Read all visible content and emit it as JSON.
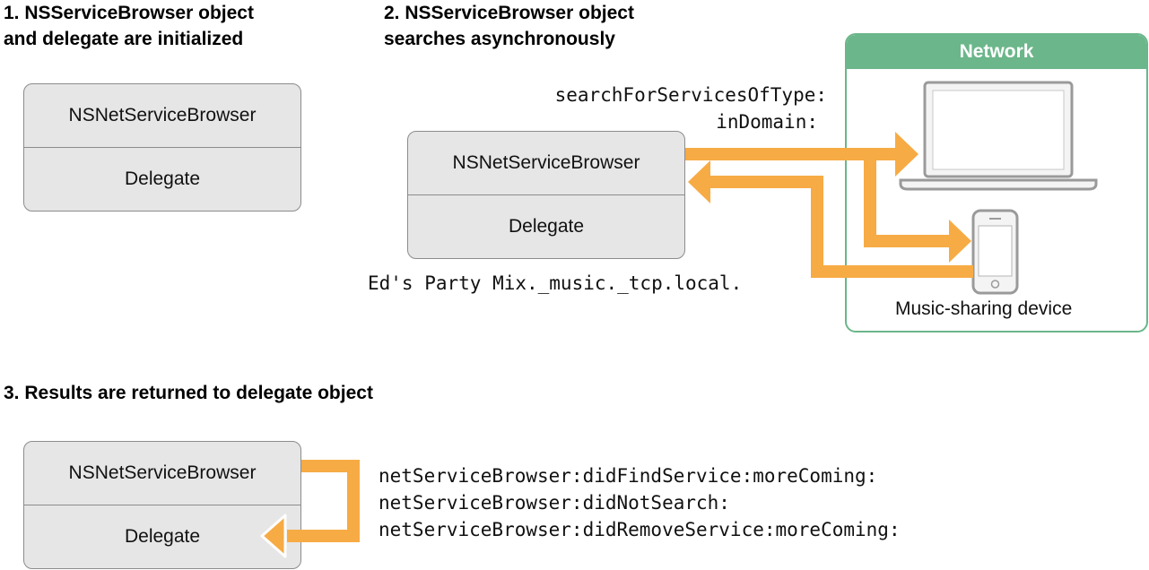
{
  "colors": {
    "network_green": "#6bb68a",
    "arrow_orange": "#f7ab44",
    "box_fill": "#e6e6e6"
  },
  "step1": {
    "heading_line1": "1. NSServiceBrowser object",
    "heading_line2": "and delegate are initialized",
    "box_top": "NSNetServiceBrowser",
    "box_bottom": "Delegate"
  },
  "step2": {
    "heading_line1": "2. NSServiceBrowser object",
    "heading_line2": "searches asynchronously",
    "box_top": "NSNetServiceBrowser",
    "box_bottom": "Delegate",
    "method_line1": "searchForServicesOfType:",
    "method_line2": "inDomain:",
    "result_name": "Ed's Party Mix._music._tcp.local."
  },
  "network": {
    "title": "Network",
    "laptop_icon": "laptop-icon",
    "phone_icon": "phone-icon",
    "device_label": "Music-sharing device"
  },
  "step3": {
    "heading": "3. Results are returned to delegate object",
    "box_top": "NSNetServiceBrowser",
    "box_bottom": "Delegate",
    "methods": [
      "netServiceBrowser:didFindService:moreComing:",
      "netServiceBrowser:didNotSearch:",
      "netServiceBrowser:didRemoveService:moreComing:"
    ]
  }
}
